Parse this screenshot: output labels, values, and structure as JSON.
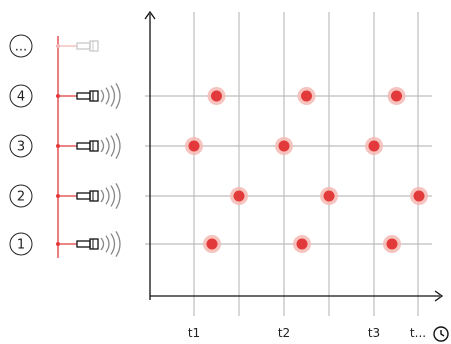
{
  "palette": {
    "event": "#e23a3a",
    "event_halo": "#f6b9b4",
    "source_line": "#e23a3a",
    "grid": "#bdbdbd",
    "axis": "#111111",
    "muted": "#c8c8c8"
  },
  "sources": [
    {
      "label": "...",
      "active": false,
      "icon": "camera-icon"
    },
    {
      "label": "4",
      "active": true,
      "icon": "camera-icon"
    },
    {
      "label": "3",
      "active": true,
      "icon": "camera-icon"
    },
    {
      "label": "2",
      "active": true,
      "icon": "camera-icon"
    },
    {
      "label": "1",
      "active": true,
      "icon": "camera-icon"
    }
  ],
  "time_ticks": [
    "t1",
    "t2",
    "t3",
    "t..."
  ],
  "clock_icon": "clock-icon",
  "events": [
    {
      "source": "1",
      "time": 0.2
    },
    {
      "source": "1",
      "time": 1.2
    },
    {
      "source": "1",
      "time": 2.2
    },
    {
      "source": "2",
      "time": 0.5
    },
    {
      "source": "2",
      "time": 1.5
    },
    {
      "source": "2",
      "time": 2.5
    },
    {
      "source": "3",
      "time": 0.0
    },
    {
      "source": "3",
      "time": 1.0
    },
    {
      "source": "3",
      "time": 2.0
    },
    {
      "source": "4",
      "time": 0.25
    },
    {
      "source": "4",
      "time": 1.25
    },
    {
      "source": "4",
      "time": 2.25
    }
  ]
}
